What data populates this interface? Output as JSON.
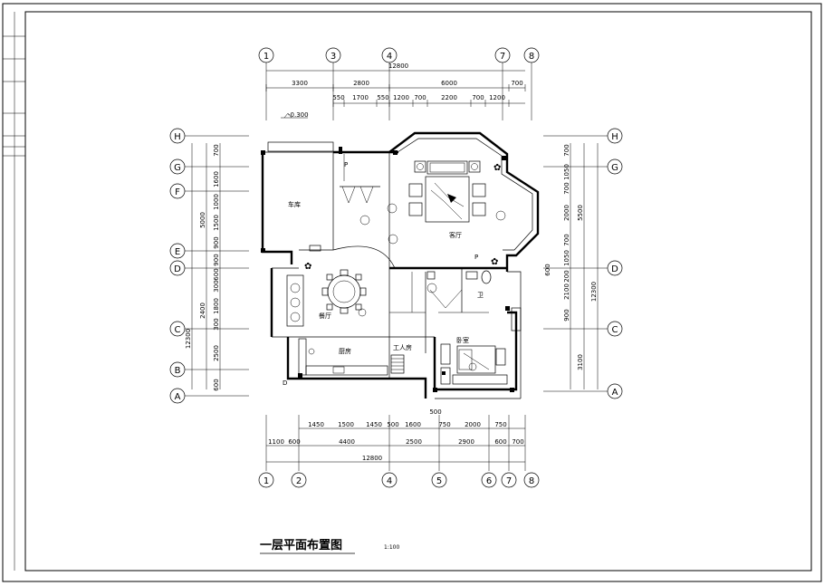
{
  "drawing": {
    "title": "一层平面布置图",
    "scale": "1:100",
    "level_mark": "-0.300"
  },
  "grid_top": [
    "1",
    "3",
    "4",
    "7",
    "8"
  ],
  "grid_bottom": [
    "1",
    "2",
    "4",
    "5",
    "6",
    "7",
    "8"
  ],
  "grid_left": [
    "H",
    "G",
    "F",
    "E",
    "D",
    "C",
    "B",
    "A"
  ],
  "grid_right": [
    "H",
    "G",
    "D",
    "C",
    "A"
  ],
  "dims": {
    "top_total": "12800",
    "top_mid": [
      "3300",
      "2800",
      "6000",
      "700"
    ],
    "top_detail": [
      "550",
      "1700",
      "550",
      "1200",
      "700",
      "2200",
      "700",
      "1200"
    ],
    "bottom_detail": [
      "1450",
      "1500",
      "1450",
      "500",
      "1600",
      "750",
      "2000",
      "750"
    ],
    "bottom_mid": [
      "1100",
      "600",
      "4400",
      "2500",
      "2900",
      "600",
      "700"
    ],
    "bottom_total": "12800",
    "bottom_top_note": "500",
    "left_detail": [
      "700",
      "1600",
      "1000",
      "1500",
      "900",
      "900",
      "600",
      "300",
      "1800",
      "300",
      "2500",
      "600"
    ],
    "left_mid": [
      "5000",
      "2400"
    ],
    "left_total": "12300",
    "right_detail": [
      "700",
      "1050",
      "700",
      "2000",
      "700",
      "1050",
      "200",
      "2100",
      "900"
    ],
    "right_mid": [
      "5500",
      "3100"
    ],
    "right_total": "12300",
    "right_note": "600"
  },
  "rooms": {
    "garage": "车库",
    "living": "客厅",
    "dining": "餐厅",
    "kitchen": "厨房",
    "maid": "工人房",
    "bath": "卫",
    "bedroom": "卧室"
  },
  "marks": {
    "d": "D",
    "p": "P"
  }
}
